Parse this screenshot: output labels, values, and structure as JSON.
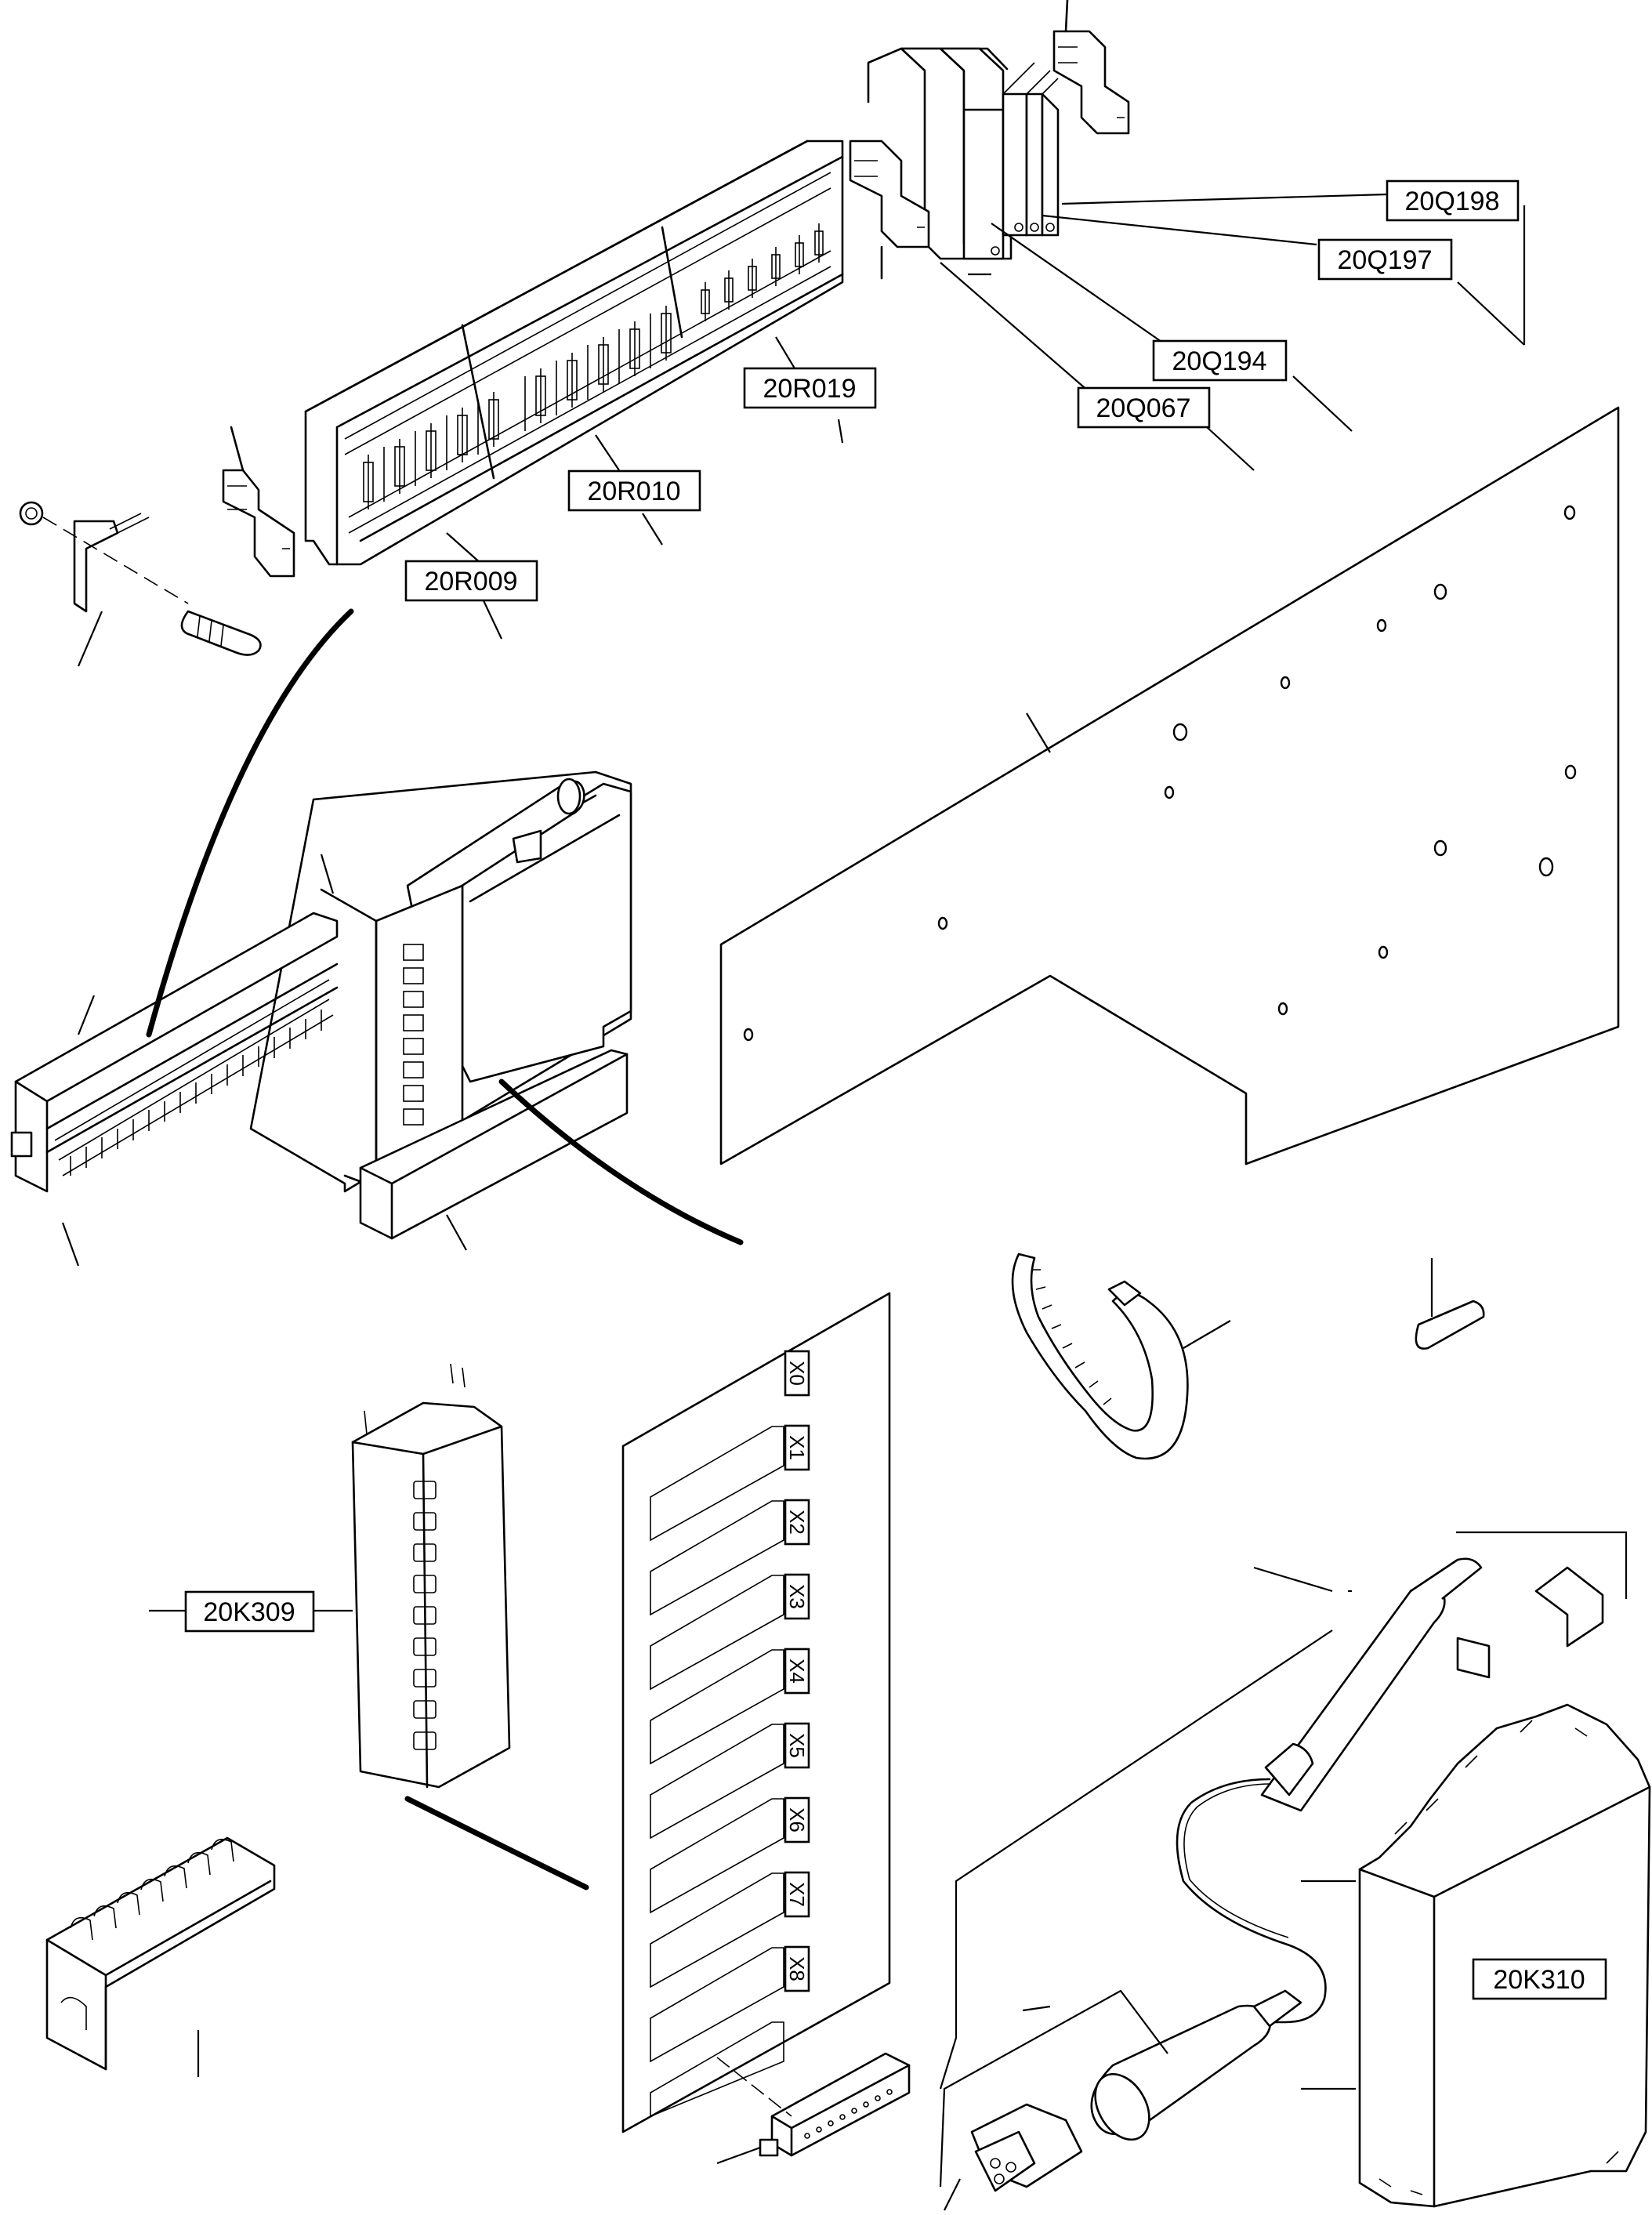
{
  "labels": {
    "q198": "20Q198",
    "q197": "20Q197",
    "q194": "20Q194",
    "q067": "20Q067",
    "r019": "20R019",
    "r010": "20R010",
    "r009": "20R009",
    "k309": "20K309",
    "k310": "20K310"
  },
  "slots": [
    "X0",
    "X1",
    "X2",
    "X3",
    "X4",
    "X5",
    "X6",
    "X7",
    "X8"
  ],
  "icons": {
    "terminal_block": "terminal-block-icon",
    "relay": "relay-icon",
    "mounting_plate": "mounting-plate-icon",
    "cable_tie": "cable-tie-icon",
    "cable_duct": "cable-duct-icon",
    "relay_module": "relay-module-icon",
    "sensor_cable": "sensor-cable-icon",
    "connector": "connector-icon",
    "control_box": "control-box-icon"
  }
}
